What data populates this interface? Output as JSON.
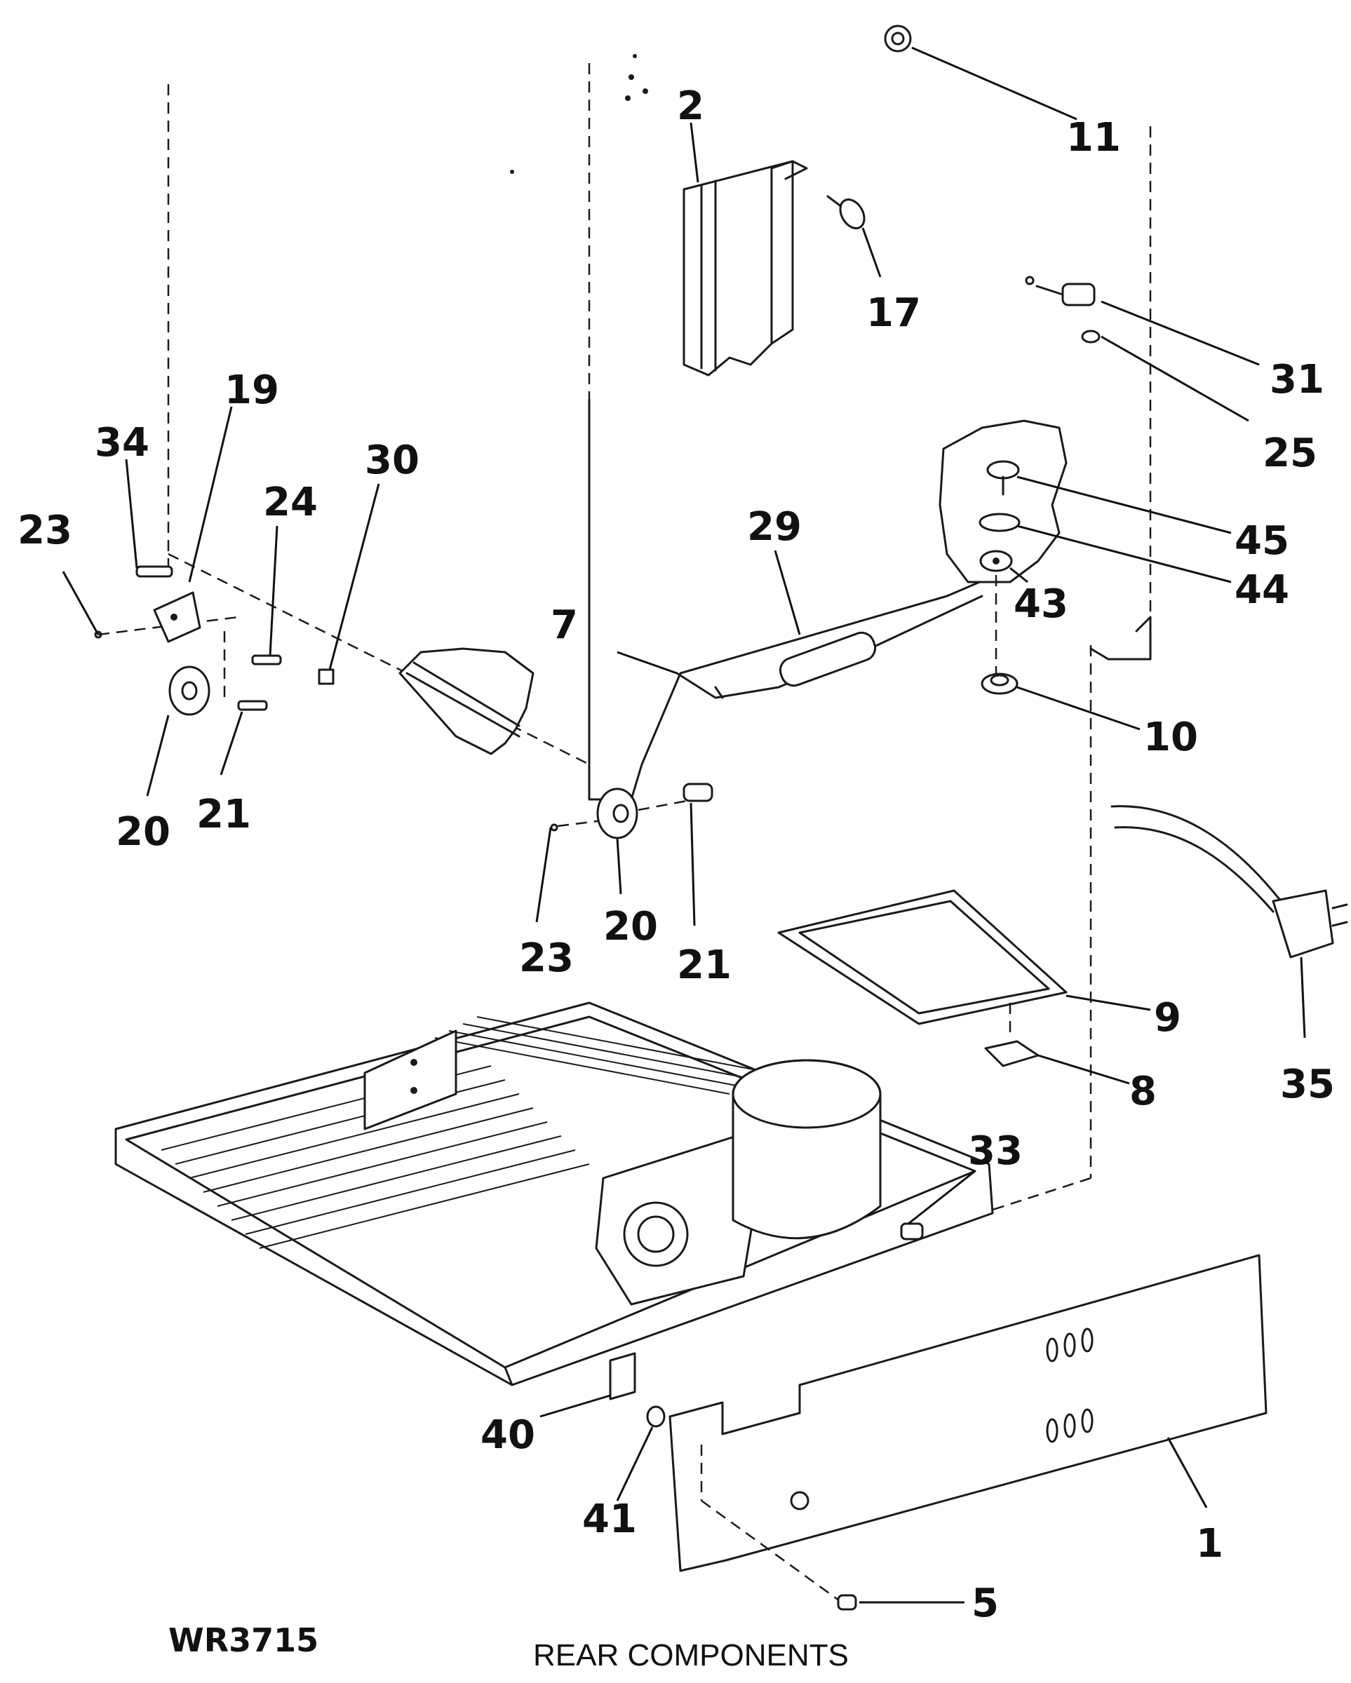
{
  "diagram": {
    "caption": "REAR COMPONENTS",
    "code": "WR3715",
    "callouts": [
      "2",
      "11",
      "17",
      "31",
      "25",
      "19",
      "34",
      "30",
      "24",
      "23",
      "29",
      "7",
      "45",
      "44",
      "43",
      "10",
      "20",
      "21",
      "20",
      "23",
      "21",
      "9",
      "35",
      "8",
      "33",
      "40",
      "41",
      "1",
      "5"
    ]
  }
}
